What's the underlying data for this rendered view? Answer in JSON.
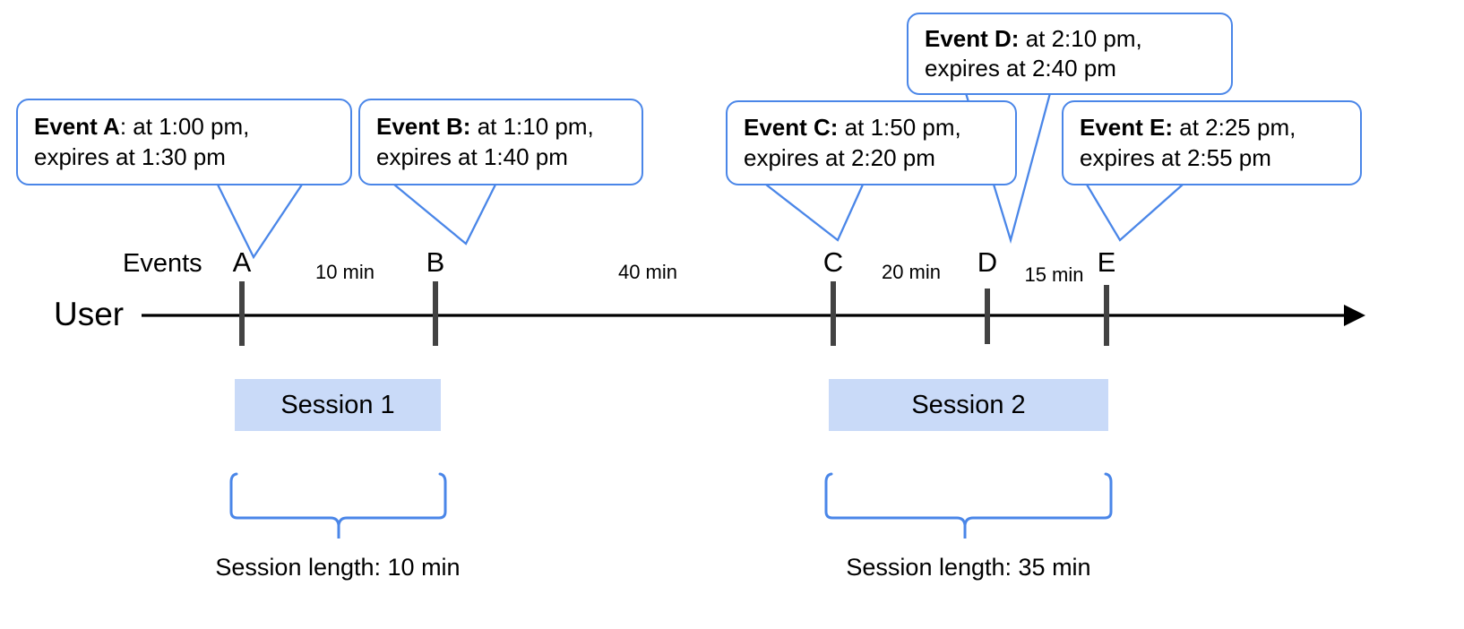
{
  "diagram": {
    "title": "User session timeline with events and expiry windows",
    "accent_blue": "#4a86e8",
    "session_fill": "#c9daf8",
    "tick_color": "#434343",
    "axis_color": "#000000"
  },
  "axis": {
    "row_label": "User",
    "events_label": "Events",
    "arrow_direction": "right"
  },
  "events": [
    {
      "id": "A",
      "marker_label": "A",
      "lead": "Event A",
      "separator": ":",
      "body": " at 1:00 pm,\nexpires at 1:30 pm",
      "start_time": "1:00 pm",
      "expires_time": "1:30 pm"
    },
    {
      "id": "B",
      "marker_label": "B",
      "lead": "Event B:",
      "separator": "",
      "body": " at 1:10 pm,\nexpires at 1:40 pm",
      "start_time": "1:10 pm",
      "expires_time": "1:40 pm"
    },
    {
      "id": "C",
      "marker_label": "C",
      "lead": "Event C:",
      "separator": "",
      "body": " at 1:50 pm,\nexpires at 2:20 pm",
      "start_time": "1:50 pm",
      "expires_time": "2:20 pm"
    },
    {
      "id": "D",
      "marker_label": "D",
      "lead": "Event D:",
      "separator": "",
      "body": " at 2:10 pm,\nexpires at 2:40 pm",
      "start_time": "2:10 pm",
      "expires_time": "2:40 pm"
    },
    {
      "id": "E",
      "marker_label": "E",
      "lead": "Event E:",
      "separator": "",
      "body": " at 2:25 pm,\nexpires at 2:55 pm",
      "start_time": "2:25 pm",
      "expires_time": "2:55 pm"
    }
  ],
  "gaps": [
    {
      "from": "A",
      "to": "B",
      "label": "10 min"
    },
    {
      "from": "B",
      "to": "C",
      "label": "40 min"
    },
    {
      "from": "C",
      "to": "D",
      "label": "20 min"
    },
    {
      "from": "D",
      "to": "E",
      "label": "15 min"
    }
  ],
  "sessions": [
    {
      "name": "Session 1",
      "length_caption": "Session length: 10 min",
      "spans": [
        "A",
        "B"
      ]
    },
    {
      "name": "Session 2",
      "length_caption": "Session length: 35 min",
      "spans": [
        "C",
        "E"
      ]
    }
  ]
}
